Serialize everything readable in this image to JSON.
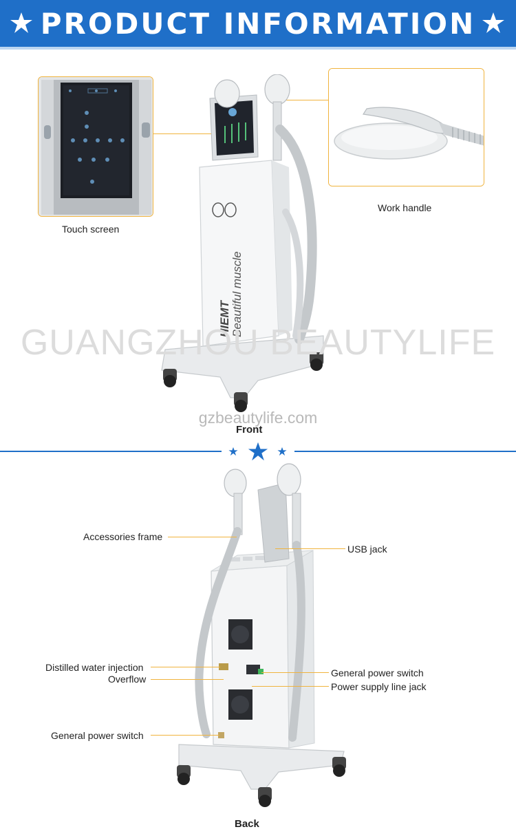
{
  "header": {
    "title": "PRODUCT INFORMATION"
  },
  "colors": {
    "banner": "#1f6fc8",
    "callout": "#f0b33c",
    "divider": "#1f6fc8"
  },
  "front": {
    "view_label": "Front",
    "device_brand": "HIEMT",
    "device_tagline": "Beautiful muscle",
    "callouts": {
      "touch_screen": "Touch screen",
      "work_handle": "Work handle"
    }
  },
  "watermark": {
    "brand": "GUANGZHOU BEAUTYLIFE",
    "site": "gzbeautylife.com"
  },
  "back": {
    "view_label": "Back",
    "callouts": {
      "accessories_frame": "Accessories frame",
      "usb_jack": "USB jack",
      "distilled_water_injection": "Distilled water injection",
      "overflow": "Overflow",
      "general_power_switch_right": "General power switch",
      "power_supply_line_jack": "Power supply line jack",
      "general_power_switch_left": "General power switch"
    }
  }
}
